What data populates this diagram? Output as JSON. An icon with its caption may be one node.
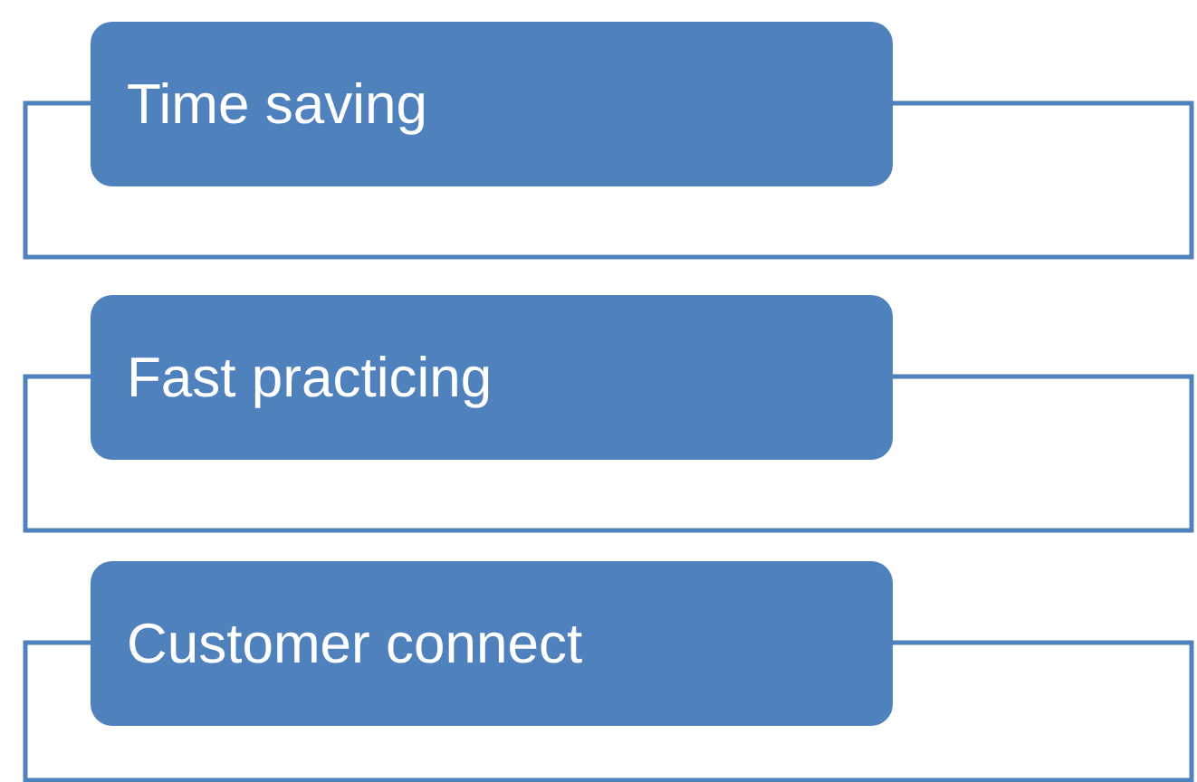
{
  "diagram": {
    "nodes": [
      {
        "text": [
          "Time saving"
        ]
      },
      {
        "text": [
          "Fast practicing"
        ]
      },
      {
        "text": [
          "Customer connect"
        ]
      }
    ]
  }
}
